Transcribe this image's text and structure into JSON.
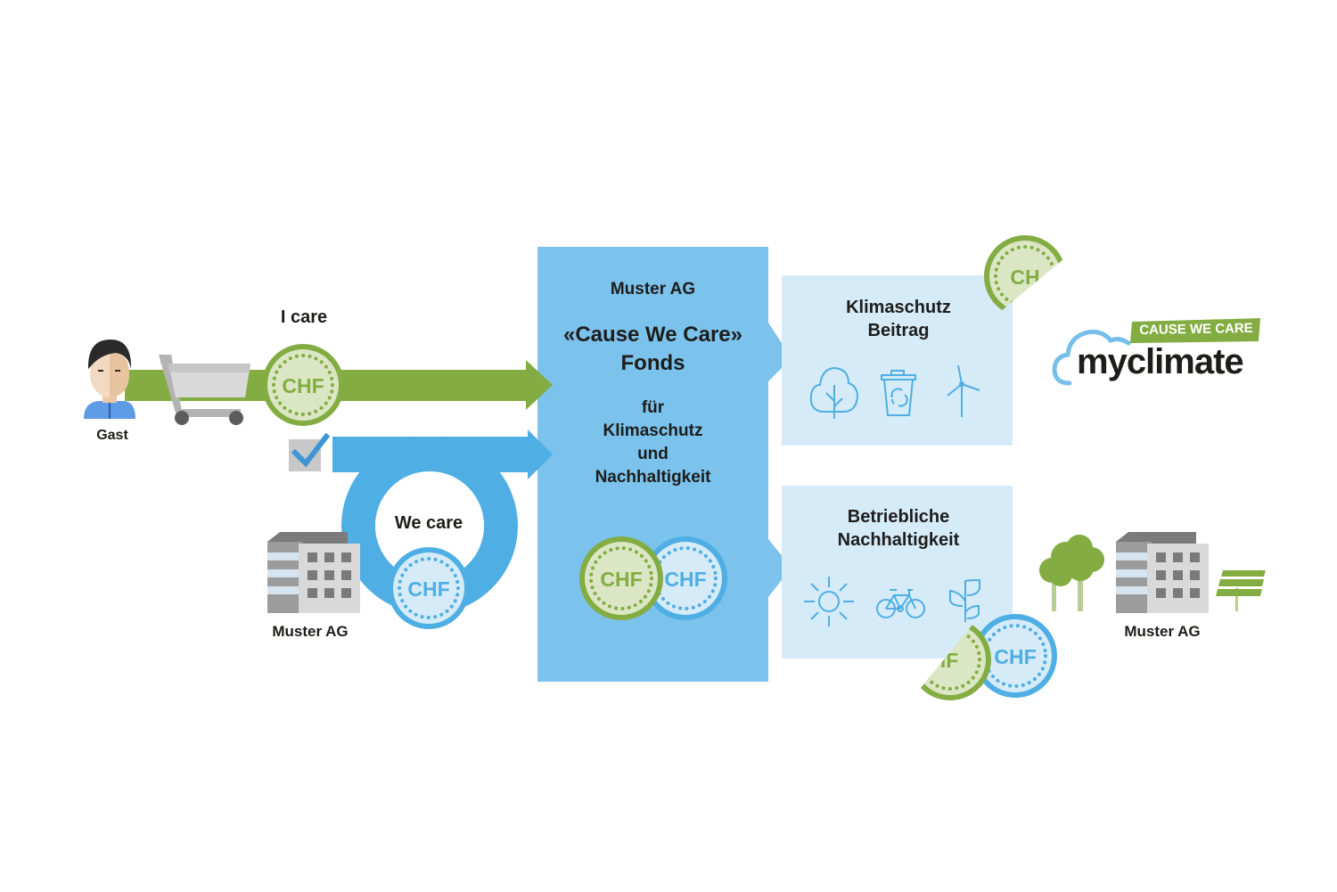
{
  "colors": {
    "green": "#83ad42",
    "green_light": "#dbe6c4",
    "blue": "#4faee3",
    "blue_fund": "#7bc2ec",
    "blue_light": "#d5ebf8",
    "blue_icon": "#4faee3",
    "gray_dark": "#5c5c5c",
    "gray_mid": "#a6a6a6",
    "gray_light": "#d9d9d9",
    "text": "#1d1d1b"
  },
  "guest": {
    "label": "Gast",
    "icon": "person-icon"
  },
  "i_care": {
    "label": "I care",
    "coin": "CHF",
    "cart_icon": "shopping-cart-icon"
  },
  "we_care": {
    "label": "We care",
    "coin": "CHF",
    "checkbox_icon": "checkbox-checked-icon"
  },
  "company_left": {
    "label": "Muster AG",
    "icon": "building-icon"
  },
  "fund": {
    "company": "Muster AG",
    "title_line1": "«Cause We Care»",
    "title_line2": "Fonds",
    "sub_line1": "für",
    "sub_line2": "Klimaschutz",
    "sub_line3": "und",
    "sub_line4": "Nachhaltigkeit",
    "coin_green": "CHF",
    "coin_blue": "CHF"
  },
  "klimaschutz": {
    "title_line1": "Klimaschutz",
    "title_line2": "Beitrag",
    "icons": [
      "tree-icon",
      "recycle-bin-icon",
      "wind-turbine-icon"
    ],
    "coin": "CH"
  },
  "nachhaltigkeit": {
    "title_line1": "Betriebliche",
    "title_line2": "Nachhaltigkeit",
    "icons": [
      "sun-icon",
      "bicycle-icon",
      "plant-icon"
    ],
    "coin_green": "HF",
    "coin_blue": "CHF"
  },
  "logo": {
    "tagline": "CAUSE WE CARE",
    "brand": "myclimate"
  },
  "company_right": {
    "label": "Muster AG",
    "icons": [
      "trees-icon",
      "building-icon",
      "solar-panel-icon"
    ]
  }
}
